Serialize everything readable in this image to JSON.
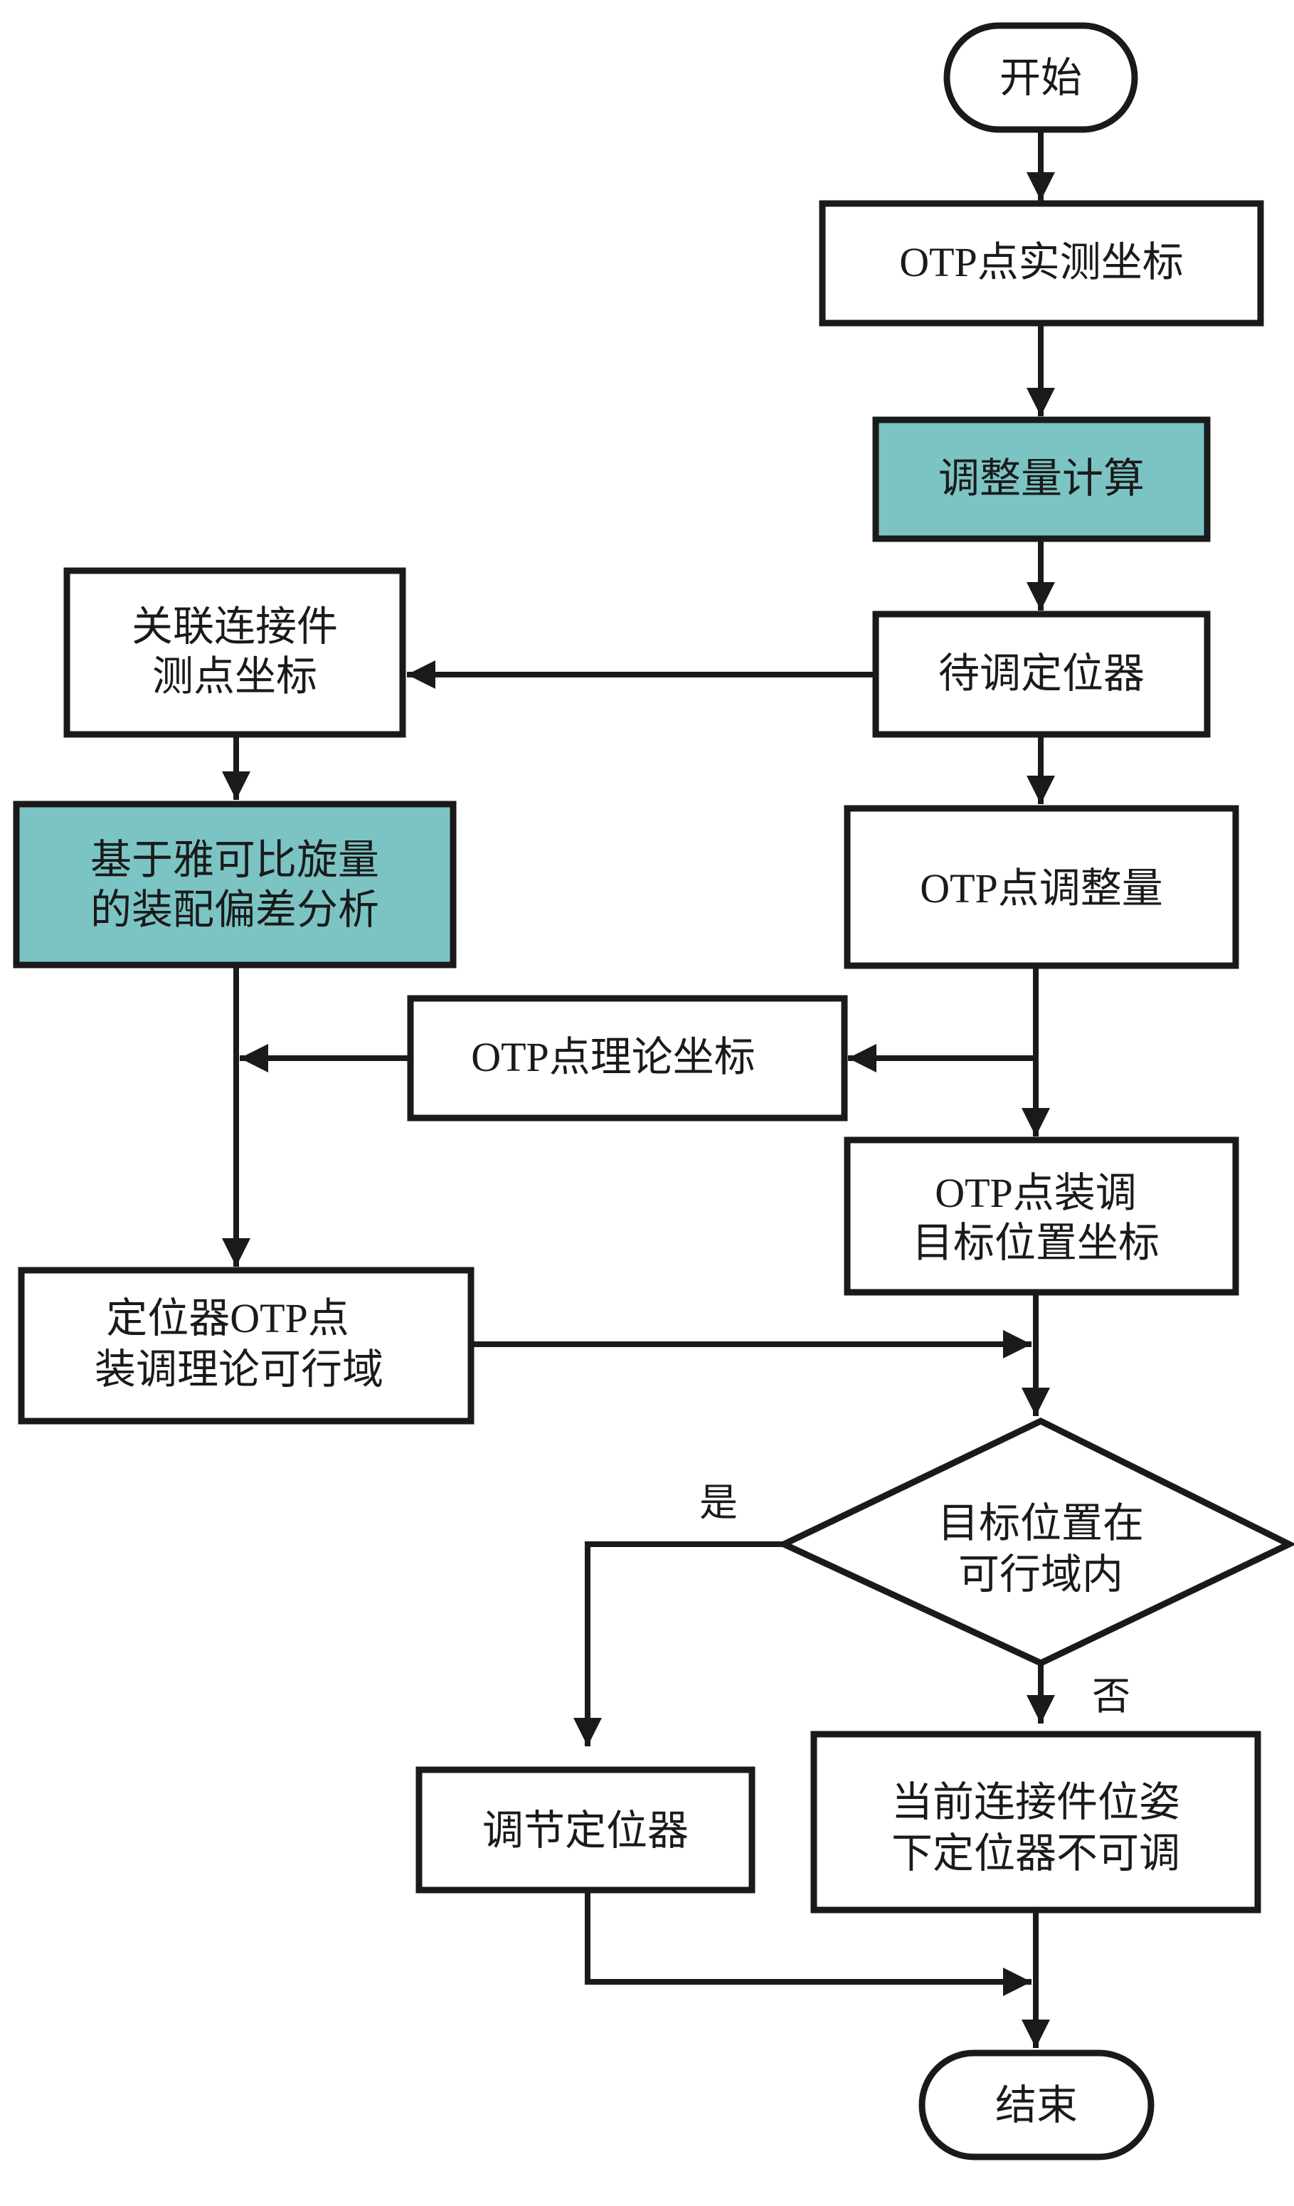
{
  "colors": {
    "highlight_fill": "#7cc4c4",
    "default_fill": "#ffffff",
    "stroke": "#1a1a1a"
  },
  "nodes": {
    "start": {
      "type": "terminal",
      "lines": [
        "开始"
      ]
    },
    "measured_coords": {
      "type": "process",
      "lines": [
        "OTP点实测坐标"
      ]
    },
    "adjust_calc": {
      "type": "process",
      "highlight": true,
      "lines": [
        "调整量计算"
      ]
    },
    "locator_to_adjust": {
      "type": "process",
      "lines": [
        "待调定位器"
      ]
    },
    "otp_adjustment": {
      "type": "process",
      "lines": [
        "OTP点调整量"
      ]
    },
    "related_connector": {
      "type": "process",
      "lines": [
        "关联连接件",
        "测点坐标"
      ]
    },
    "deviation_analysis": {
      "type": "process",
      "highlight": true,
      "lines": [
        "基于雅可比旋量",
        "的装配偏差分析"
      ]
    },
    "theoretical_coords": {
      "type": "process",
      "lines": [
        "OTP点理论坐标"
      ]
    },
    "target_coords": {
      "type": "process",
      "lines": [
        "OTP点装调",
        "目标位置坐标"
      ]
    },
    "feasible_domain": {
      "type": "process",
      "lines": [
        "定位器OTP点",
        "装调理论可行域"
      ]
    },
    "decision": {
      "type": "decision",
      "lines": [
        "目标位置在",
        "可行域内"
      ]
    },
    "adjust_locator": {
      "type": "process",
      "lines": [
        "调节定位器"
      ]
    },
    "not_adjustable": {
      "type": "process",
      "lines": [
        "当前连接件位姿",
        "下定位器不可调"
      ]
    },
    "end": {
      "type": "terminal",
      "lines": [
        "结束"
      ]
    }
  },
  "edge_labels": {
    "yes": "是",
    "no": "否"
  },
  "edges": [
    {
      "from": "start",
      "to": "measured_coords"
    },
    {
      "from": "measured_coords",
      "to": "adjust_calc"
    },
    {
      "from": "adjust_calc",
      "to": "locator_to_adjust"
    },
    {
      "from": "locator_to_adjust",
      "to": "related_connector"
    },
    {
      "from": "locator_to_adjust",
      "to": "otp_adjustment"
    },
    {
      "from": "related_connector",
      "to": "deviation_analysis"
    },
    {
      "from": "otp_adjustment",
      "to": "theoretical_coords"
    },
    {
      "from": "otp_adjustment",
      "to": "target_coords"
    },
    {
      "from": "theoretical_coords",
      "to": "deviation_analysis"
    },
    {
      "from": "deviation_analysis",
      "to": "feasible_domain"
    },
    {
      "from": "feasible_domain",
      "to": "decision"
    },
    {
      "from": "target_coords",
      "to": "decision"
    },
    {
      "from": "decision",
      "to": "adjust_locator",
      "label": "是"
    },
    {
      "from": "decision",
      "to": "not_adjustable",
      "label": "否"
    },
    {
      "from": "adjust_locator",
      "to": "end"
    },
    {
      "from": "not_adjustable",
      "to": "end"
    }
  ]
}
